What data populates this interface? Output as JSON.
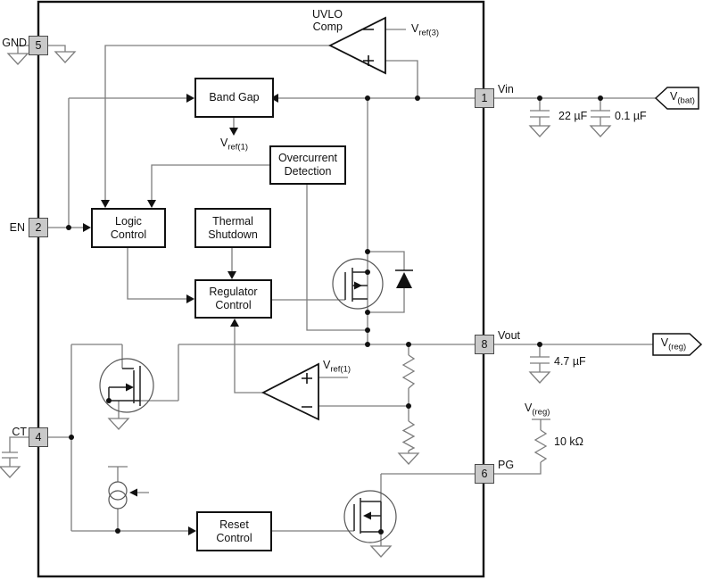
{
  "colors": {
    "wire": "#7d7d7d",
    "ink": "#111111",
    "pin_fill": "#c9c9c9",
    "background": "#ffffff"
  },
  "blocks": {
    "band_gap": "Band Gap",
    "overcurrent": "Overcurrent\nDetection",
    "logic": "Logic\nControl",
    "thermal": "Thermal\nShutdown",
    "regulator": "Regulator\nControl",
    "reset": "Reset\nControl"
  },
  "uvlo": {
    "label": "UVLO\nComp"
  },
  "pins": {
    "gnd": {
      "label": "GND",
      "number": "5"
    },
    "en": {
      "label": "EN",
      "number": "2"
    },
    "ct": {
      "label": "CT",
      "number": "4"
    },
    "vin": {
      "label": "Vin",
      "number": "1"
    },
    "vout": {
      "label": "Vout",
      "number": "8"
    },
    "pg": {
      "label": "PG",
      "number": "6"
    }
  },
  "refs": {
    "vref3": {
      "base": "V",
      "sub": "ref(3)"
    },
    "vref1_bandgap": {
      "base": "V",
      "sub": "ref(1)"
    },
    "vref1_error": {
      "base": "V",
      "sub": "ref(1)"
    }
  },
  "external": {
    "cap22": "22 µF",
    "cap01": "0.1 µF",
    "cap47": "4.7 µF",
    "pullup_res": "10 kΩ",
    "vbat": {
      "base": "V",
      "sub": "(bat)"
    },
    "vreg_flag": {
      "base": "V",
      "sub": "(reg)"
    },
    "vreg_pullup": {
      "base": "V",
      "sub": "(reg)"
    }
  }
}
